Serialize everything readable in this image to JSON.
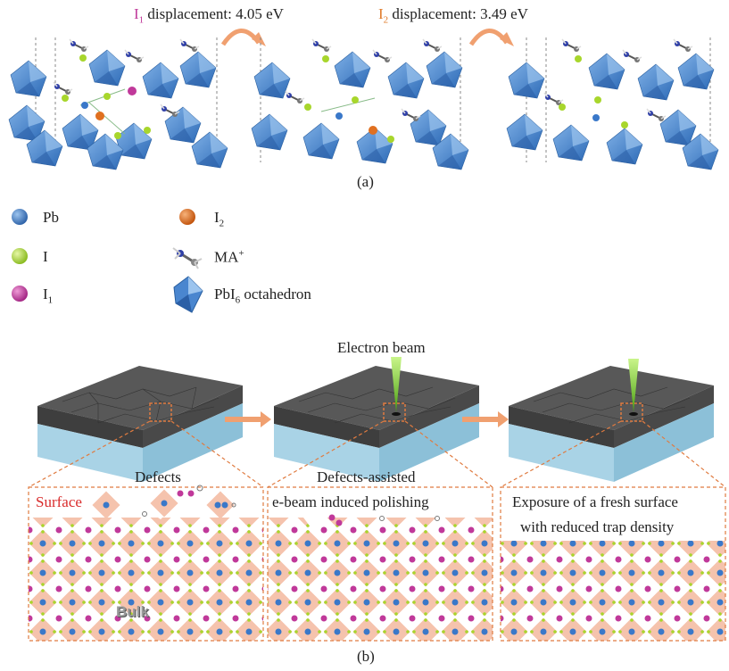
{
  "panel_a": {
    "displacement_1": {
      "sym": "I",
      "sub": "1",
      "text": " displacement: 4.05 eV",
      "color": "#c0399a"
    },
    "displacement_2": {
      "sym": "I",
      "sub": "2",
      "text": " displacement: 3.49 eV",
      "color": "#e07b2a"
    },
    "caption": "(a)"
  },
  "legend": {
    "pb": "Pb",
    "i": "I",
    "i1_sym": "I",
    "i1_sub": "1",
    "i2_sym": "I",
    "i2_sub": "2",
    "ma_text": "MA",
    "ma_sup": "+",
    "oct_pre": "PbI",
    "oct_sub": "6",
    "oct_post": " octahedron",
    "colors": {
      "pb": "#3a78c9",
      "i": "#a8d62c",
      "i1": "#c0399a",
      "i2": "#e07020",
      "oct": "#4a86cf"
    }
  },
  "panel_b": {
    "electron_beam": "Electron beam",
    "defects": "Defects",
    "surface": "Surface",
    "bulk": "Bulk",
    "step2_line1": "Defects-assisted",
    "step2_line2": "e-beam induced polishing",
    "step3_line1": "Exposure of a fresh surface",
    "step3_line2": "with reduced trap density",
    "caption": "(b)",
    "colors": {
      "surface": "#d92b2b",
      "arrow": "#f0a070",
      "beam": "#8ee02a",
      "slab_top": "#555",
      "slab_side": "#9ccbe0",
      "dash": "#e07b40",
      "diamond": "#f5c3ad"
    }
  }
}
